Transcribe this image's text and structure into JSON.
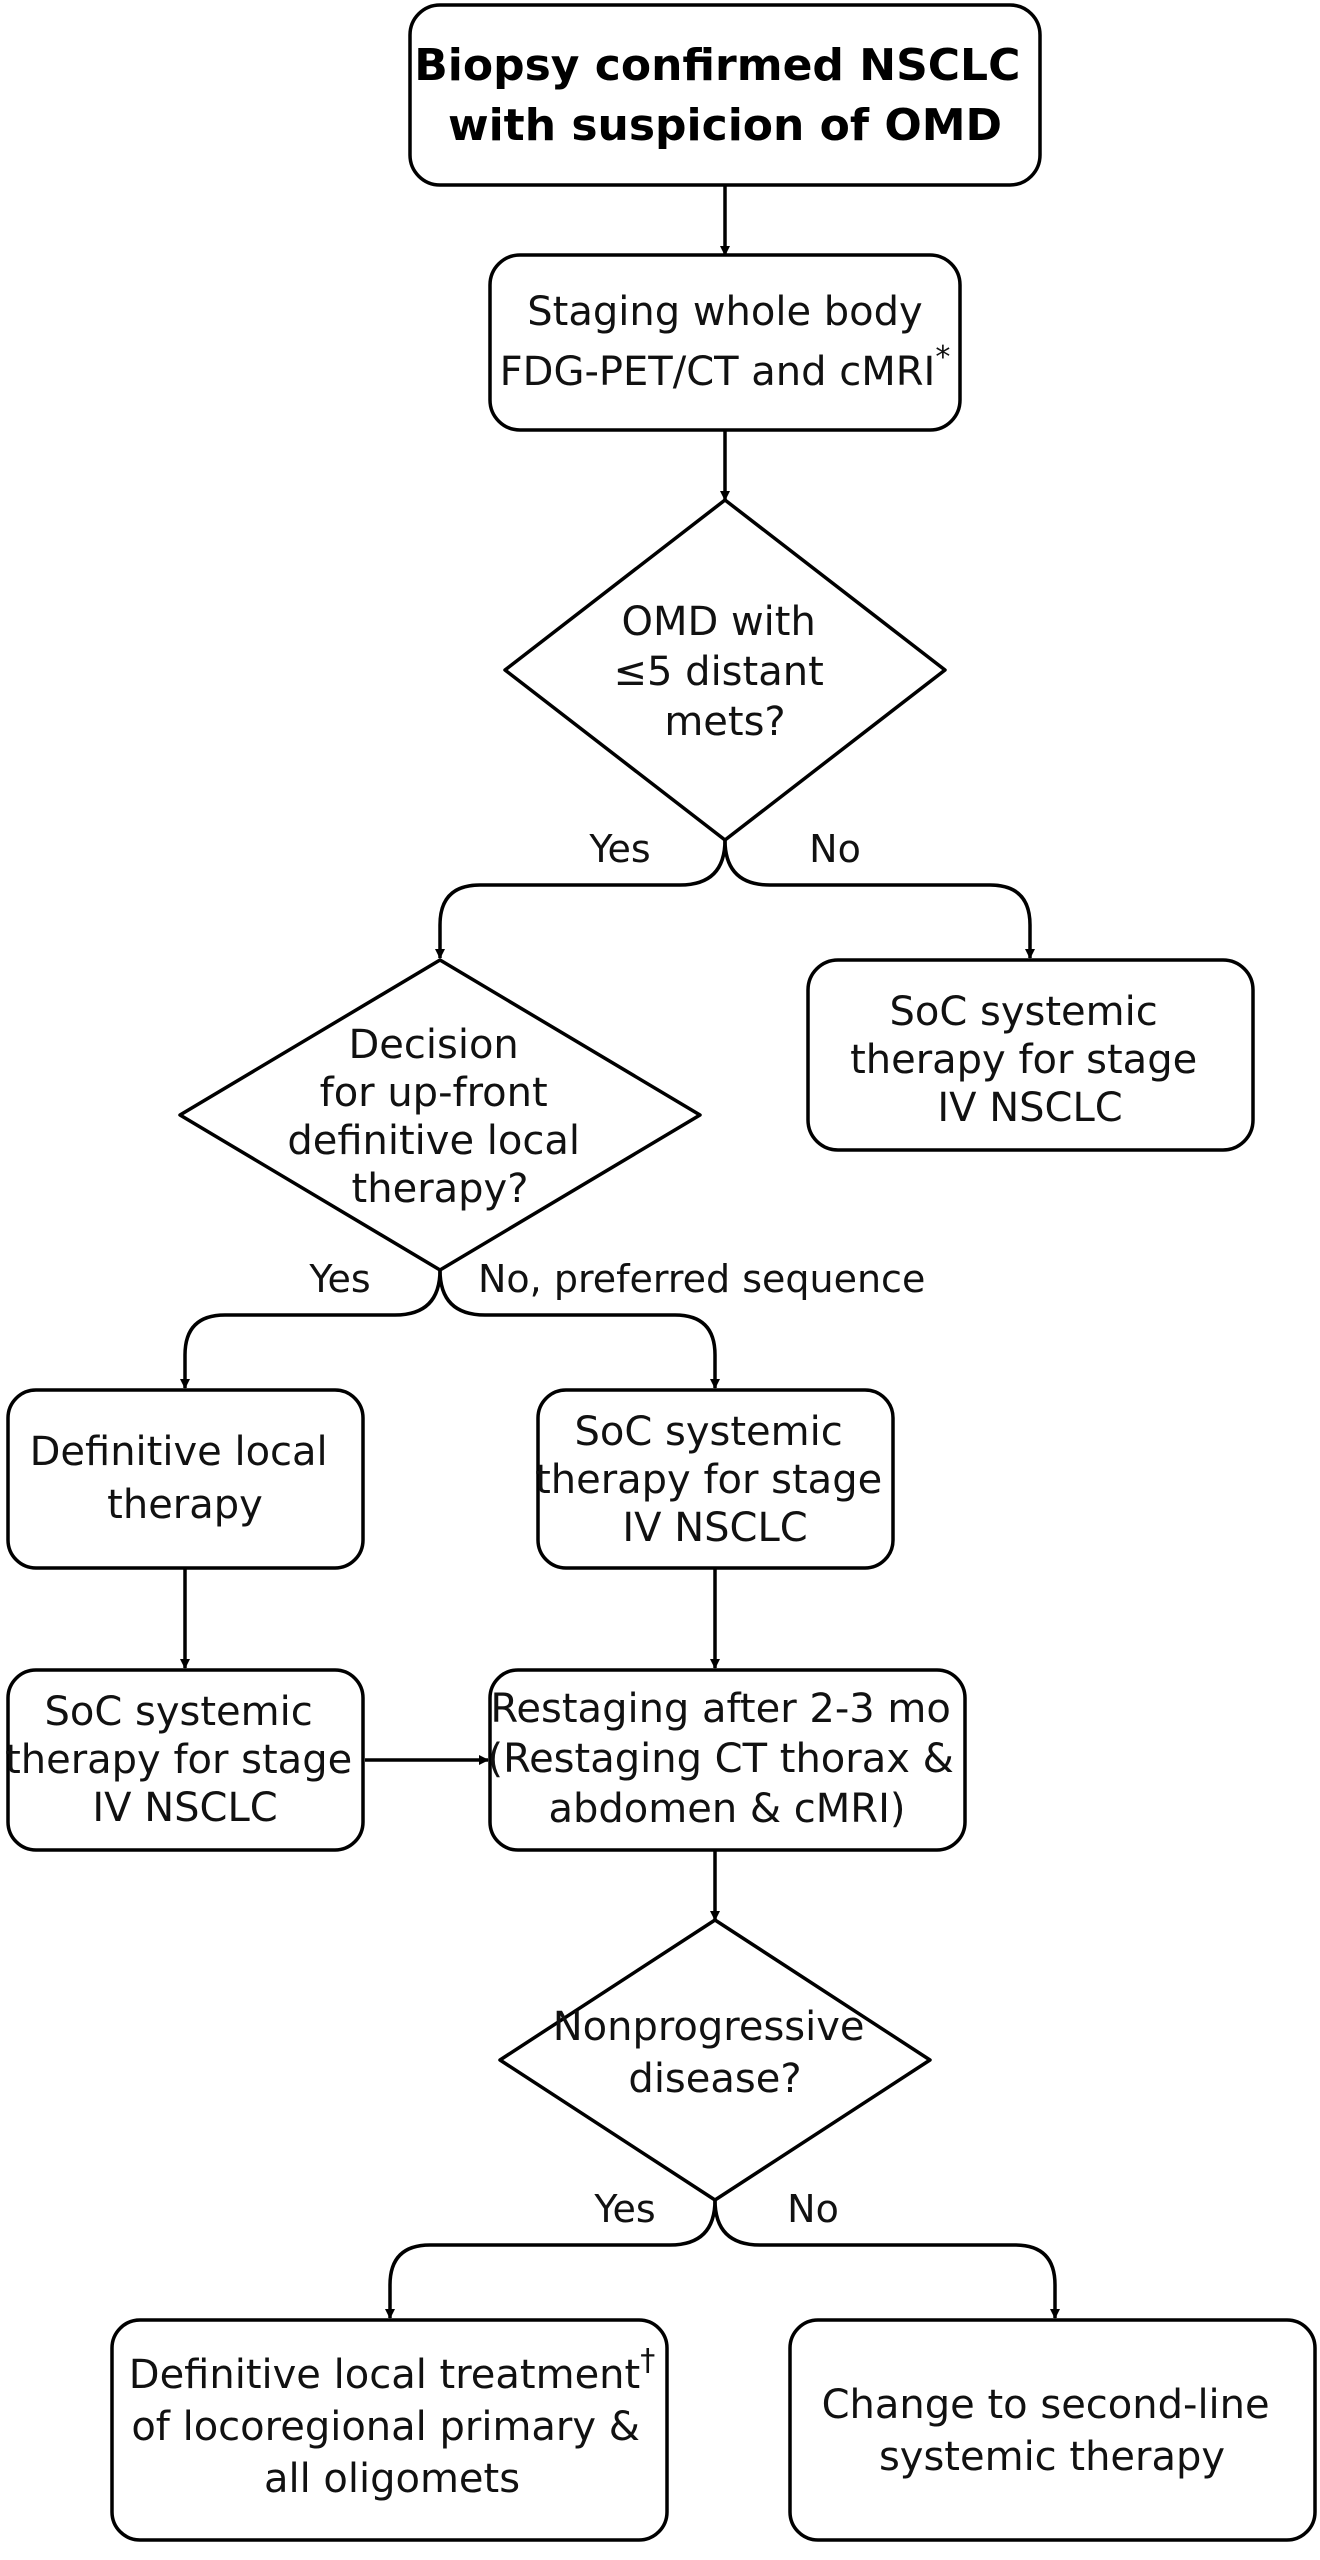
{
  "nodes": {
    "start": {
      "lines": [
        "Biopsy confirmed NSCLC",
        "with suspicion of OMD"
      ]
    },
    "staging": {
      "lines": [
        "Staging whole body",
        "FDG-PET/CT and cMRI"
      ],
      "mark": "*"
    },
    "omd_decision": {
      "lines": [
        "OMD with",
        "≤5 distant",
        "mets?"
      ]
    },
    "soc_stage_iv_a": {
      "lines": [
        "SoC systemic",
        "therapy for stage",
        "IV NSCLC"
      ]
    },
    "upfront_decision": {
      "lines": [
        "Decision",
        "for up-front",
        "definitive local",
        "therapy?"
      ]
    },
    "definitive_local": {
      "lines": [
        "Definitive local",
        "therapy"
      ]
    },
    "soc_stage_iv_b": {
      "lines": [
        "SoC systemic",
        "therapy for stage",
        "IV NSCLC"
      ]
    },
    "soc_stage_iv_c": {
      "lines": [
        "SoC systemic",
        "therapy for stage",
        "IV NSCLC"
      ]
    },
    "restaging": {
      "lines": [
        "Restaging after 2-3 mo",
        "(Restaging CT thorax &",
        "abdomen & cMRI)"
      ]
    },
    "nonprogressive_decision": {
      "lines": [
        "Nonprogressive",
        "disease?"
      ]
    },
    "definitive_treatment": {
      "lines": [
        "Definitive local treatment",
        "of locoregional primary &",
        "all oligomets"
      ],
      "mark": "†"
    },
    "second_line": {
      "lines": [
        "Change to second-line",
        "systemic therapy"
      ]
    }
  },
  "edge_labels": {
    "omd_yes": "Yes",
    "omd_no": "No",
    "upfront_yes": "Yes",
    "upfront_no": "No, preferred sequence",
    "nonprog_yes": "Yes",
    "nonprog_no": "No"
  }
}
